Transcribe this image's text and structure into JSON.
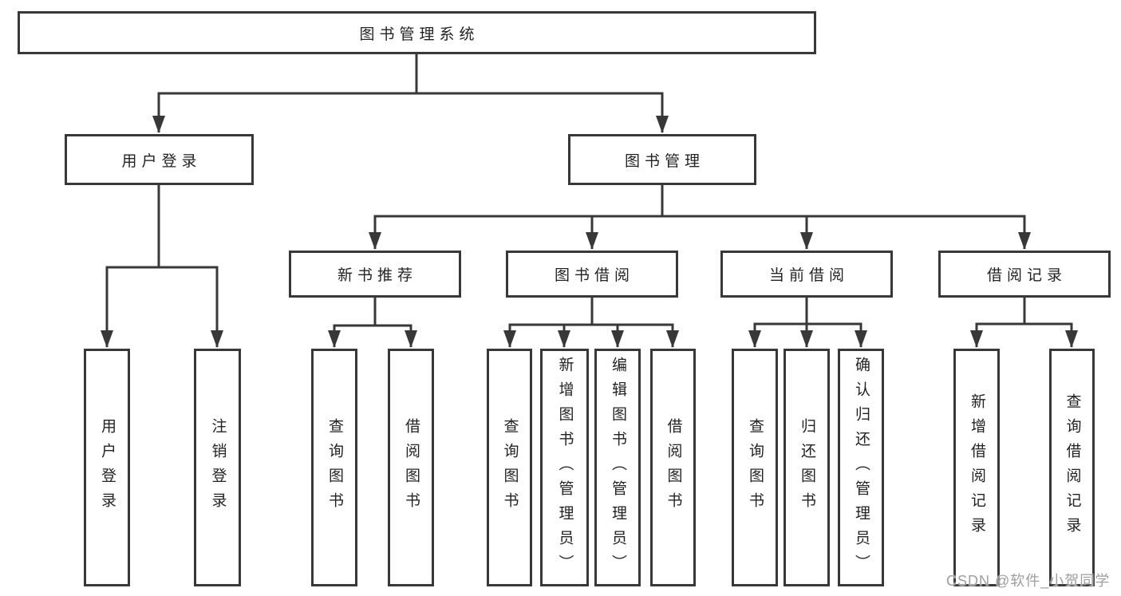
{
  "tree": {
    "root": "图书管理系统",
    "children": [
      {
        "label": "用户登录",
        "children": [
          "用户登录",
          "注销登录"
        ]
      },
      {
        "label": "图书管理",
        "children": [
          {
            "label": "新书推荐",
            "children": [
              "查询图书",
              "借阅图书"
            ]
          },
          {
            "label": "图书借阅",
            "children": [
              "查询图书",
              "新增图书（管理员）",
              "编辑图书（管理员）",
              "借阅图书"
            ]
          },
          {
            "label": "当前借阅",
            "children": [
              "查询图书",
              "归还图书",
              "确认归还（管理员）"
            ]
          },
          {
            "label": "借阅记录",
            "children": [
              "新增借阅记录",
              "查询借阅记录"
            ]
          }
        ]
      }
    ]
  },
  "watermark": "CSDN @软件_小贺同学",
  "colors": {
    "line": "#383838",
    "box_border": "#383838",
    "text": "#232323",
    "background": "#ffffff",
    "watermark": "#9e9e9e"
  }
}
